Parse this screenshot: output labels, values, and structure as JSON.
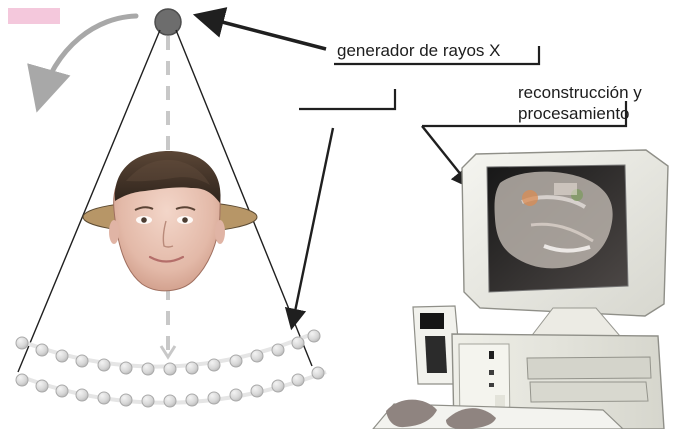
{
  "labels": {
    "generator": "generador de rayos X",
    "reconstruction_line1": "reconstrucción y",
    "reconstruction_line2": "procesamiento"
  },
  "colors": {
    "line": "#1f1f1f",
    "dashed_axis": "#c8c8c8",
    "source": "#6d6d6d",
    "rotation_arrow": "#a8a8a8",
    "detector": "#d7d7d7",
    "detector_outline": "#a9a9a9",
    "disk": "#b79667",
    "monitor": "#e9e9e2",
    "screen": "#3d3b39"
  },
  "icons": {
    "source": "x-ray-source-icon",
    "rotation": "rotation-arrow-icon",
    "monitor": "computer-monitor-icon",
    "tower": "computer-tower-icon"
  }
}
